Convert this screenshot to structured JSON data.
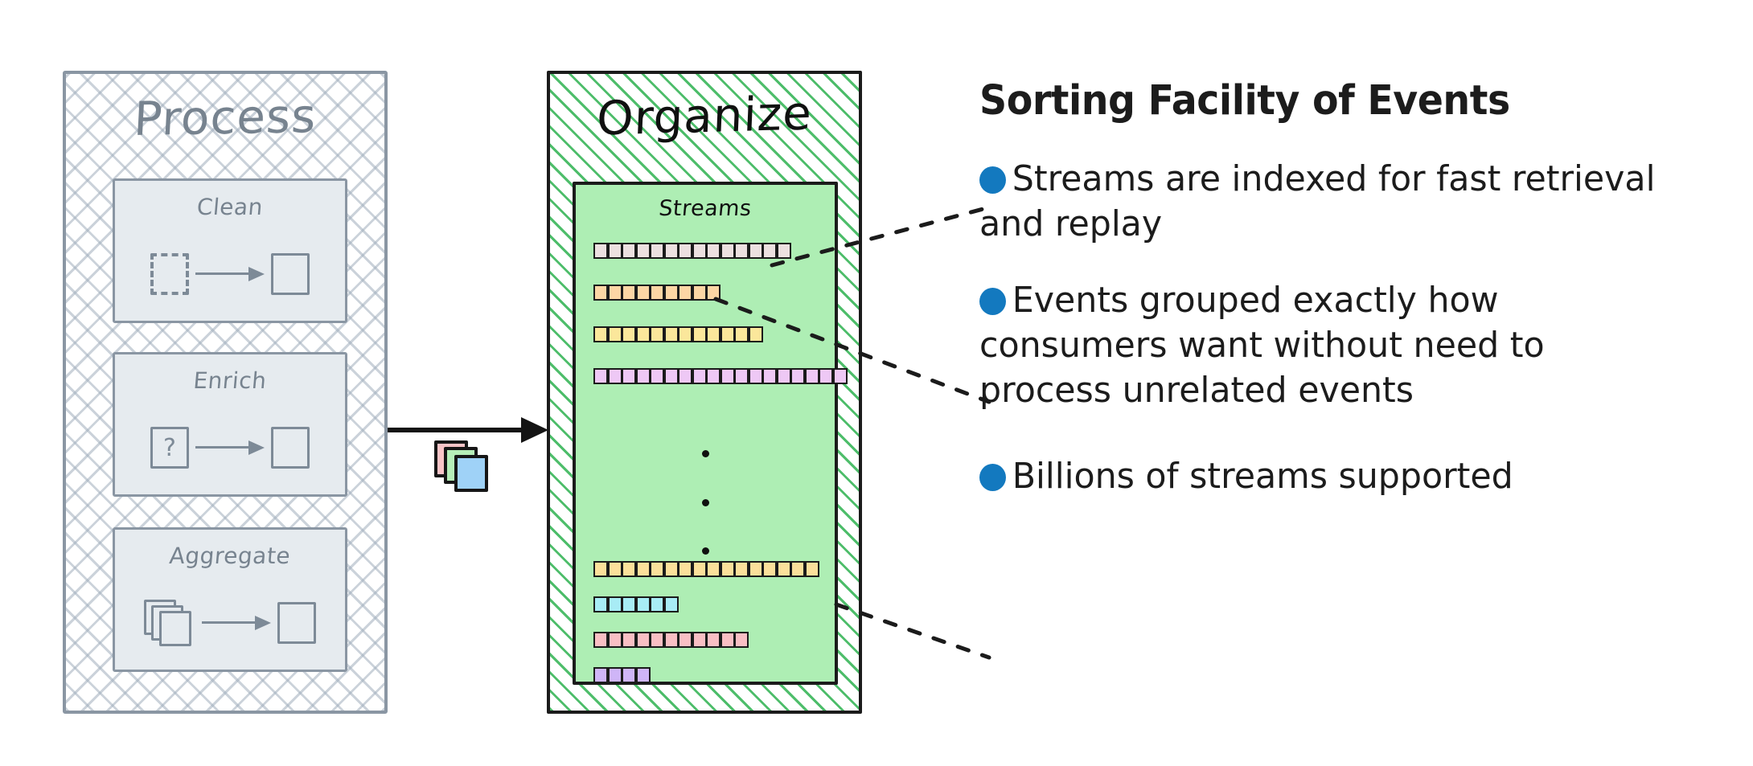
{
  "diagram": {
    "process_panel": {
      "title": "Process",
      "cards": [
        {
          "label": "Clean",
          "icon": "dashed-square-to-square"
        },
        {
          "label": "Enrich",
          "icon": "question-square-to-square"
        },
        {
          "label": "Aggregate",
          "icon": "stacked-squares-to-square"
        }
      ]
    },
    "flow": {
      "arrow": "right-arrow",
      "card_stack_colors": [
        "#f9c4c7",
        "#b6eeb8",
        "#9fd2f7"
      ]
    },
    "organize_panel": {
      "title": "Organize",
      "streams_label": "Streams",
      "streams": [
        {
          "color": "#ece0e0",
          "count": 14
        },
        {
          "color": "#fcd6a5",
          "count": 9
        },
        {
          "color": "#fbe79b",
          "count": 12
        },
        {
          "color": "#eec8f5",
          "count": 18
        },
        {
          "color": "#fbe09b",
          "count": 16
        },
        {
          "color": "#a8ecf5",
          "count": 6
        },
        {
          "color": "#f9bfc4",
          "count": 11
        },
        {
          "color": "#cfb5f7",
          "count": 4
        }
      ],
      "ellipsis": [
        "•",
        "•",
        "•"
      ]
    }
  },
  "info": {
    "title": "Sorting Facility of Events",
    "bullet_color": "#1379bf",
    "bullets": [
      "Streams are indexed for fast retrieval and replay",
      "Events grouped exactly how consumers want without need to process unrelated events",
      "Billions of streams supported"
    ]
  }
}
